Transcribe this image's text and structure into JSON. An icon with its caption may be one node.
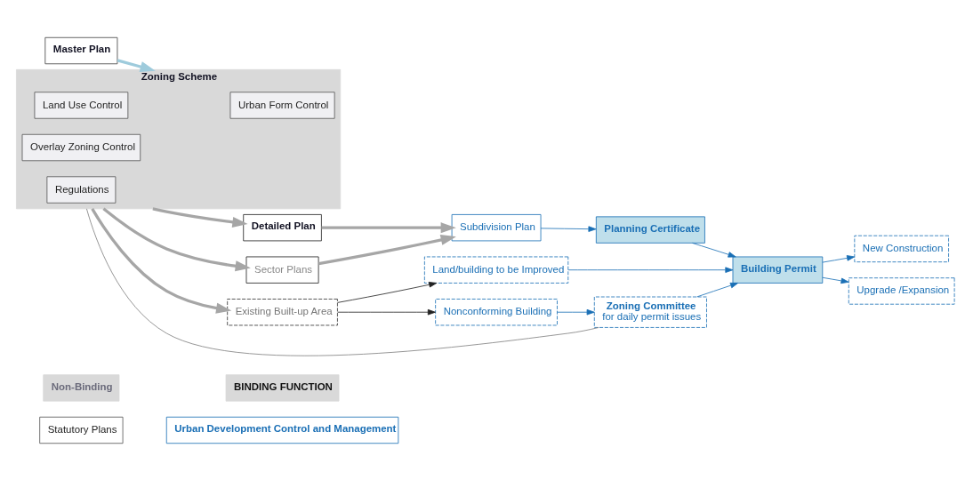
{
  "diagram": {
    "nodes": [
      {
        "text": [
          "Statutory Plans"
        ]
      },
      {
        "text": [
          "Non-Binding"
        ]
      },
      {
        "text": [
          "BINDING FUNCTION"
        ]
      },
      {
        "text": [
          "Urban Development Control and Management"
        ]
      },
      {
        "text": [
          "Master Plan"
        ]
      },
      {
        "text": [
          "Zoning Scheme"
        ]
      },
      {
        "text": [
          "Urban Form Control"
        ],
        "in": 5
      },
      {
        "text": [
          "Land Use Control"
        ],
        "in": 5
      },
      {
        "text": [
          "Overlay Zoning Control"
        ],
        "in": 5
      },
      {
        "text": [
          "Regulations"
        ],
        "in": 5
      },
      {
        "text": [
          "Detailed Plan"
        ]
      },
      {
        "text": [
          "Sector Plans"
        ]
      },
      {
        "text": [
          "Existing Built-up Area"
        ]
      },
      {
        "text": [
          "Subdivision Plan"
        ]
      },
      {
        "text": [
          "Planning Certificate"
        ]
      },
      {
        "text": [
          "Building Permit"
        ]
      },
      {
        "text": [
          "New Construction"
        ]
      },
      {
        "text": [
          "Land/building to be Improved"
        ]
      },
      {
        "text": [
          "Upgrade /Expansion"
        ]
      },
      {
        "text": [
          "Nonconforming Building"
        ]
      },
      {
        "text": [
          "Zoning Committee",
          "for daily permit issues"
        ]
      }
    ],
    "edges": [
      {
        "from": 4,
        "to": 5,
        "arrow": "to",
        "style": "thick",
        "color": "#9ecbdc"
      },
      {
        "from": 5,
        "to": 10,
        "arrow": "to",
        "style": "thick",
        "color": "#a6a6a6"
      },
      {
        "from": 5,
        "to": 11,
        "arrow": "to",
        "style": "thick",
        "color": "#a6a6a6"
      },
      {
        "from": 5,
        "to": 12,
        "arrow": "to",
        "style": "thick",
        "color": "#a6a6a6"
      },
      {
        "from": 10,
        "to": 13,
        "arrow": "to",
        "style": "thick",
        "color": "#a6a6a6"
      },
      {
        "from": 11,
        "to": 13,
        "arrow": "to",
        "style": "thick",
        "color": "#a6a6a6"
      },
      {
        "from": 13,
        "to": 14,
        "arrow": "to"
      },
      {
        "from": 14,
        "to": 15,
        "arrow": "to"
      },
      {
        "from": 15,
        "to": 16,
        "arrow": "to"
      },
      {
        "from": 12,
        "to": 17,
        "arrow": "to",
        "color": "#222222"
      },
      {
        "from": 12,
        "to": 19,
        "arrow": "to",
        "color": "#222222"
      },
      {
        "from": 17,
        "to": 15,
        "arrow": "to"
      },
      {
        "from": 15,
        "to": 18,
        "arrow": "to"
      },
      {
        "from": 19,
        "to": 20,
        "arrow": "to"
      },
      {
        "from": 20,
        "to": 15,
        "arrow": "to"
      },
      {
        "from": 5,
        "to": 20,
        "arrow": "none",
        "color": "#808080"
      }
    ]
  }
}
